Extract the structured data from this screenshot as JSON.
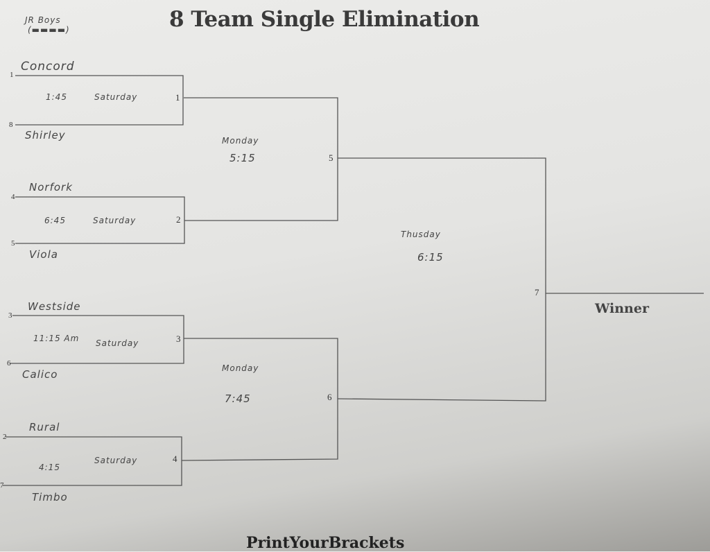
{
  "title": "8 Team Single Elimination",
  "division_note": "JR Boys",
  "division_note_redacted": "(▬▬▬▬)",
  "winner_label": "Winner",
  "footer": "PrintYourBrackets",
  "round1": [
    {
      "slot": "1",
      "top_seed": "1",
      "top_team": "Concord",
      "bottom_seed": "8",
      "bottom_team": "Shirley",
      "time": "1:45",
      "day": "Saturday"
    },
    {
      "slot": "2",
      "top_seed": "4",
      "top_team": "Norfork",
      "bottom_seed": "5",
      "bottom_team": "Viola",
      "time": "6:45",
      "day": "Saturday"
    },
    {
      "slot": "3",
      "top_seed": "3",
      "top_team": "Westside",
      "bottom_seed": "6",
      "bottom_team": "Calico",
      "time": "11:15 Am",
      "day": "Saturday"
    },
    {
      "slot": "4",
      "top_seed": "2",
      "top_team": "Rural",
      "bottom_seed": "7",
      "bottom_team": "Timbo",
      "time": "4:15",
      "day": "Saturday"
    }
  ],
  "round2": [
    {
      "slot": "5",
      "day": "Monday",
      "time": "5:15"
    },
    {
      "slot": "6",
      "day": "Monday",
      "time": "7:45"
    }
  ],
  "final": {
    "slot": "7",
    "day": "Thusday",
    "time": "6:15"
  }
}
